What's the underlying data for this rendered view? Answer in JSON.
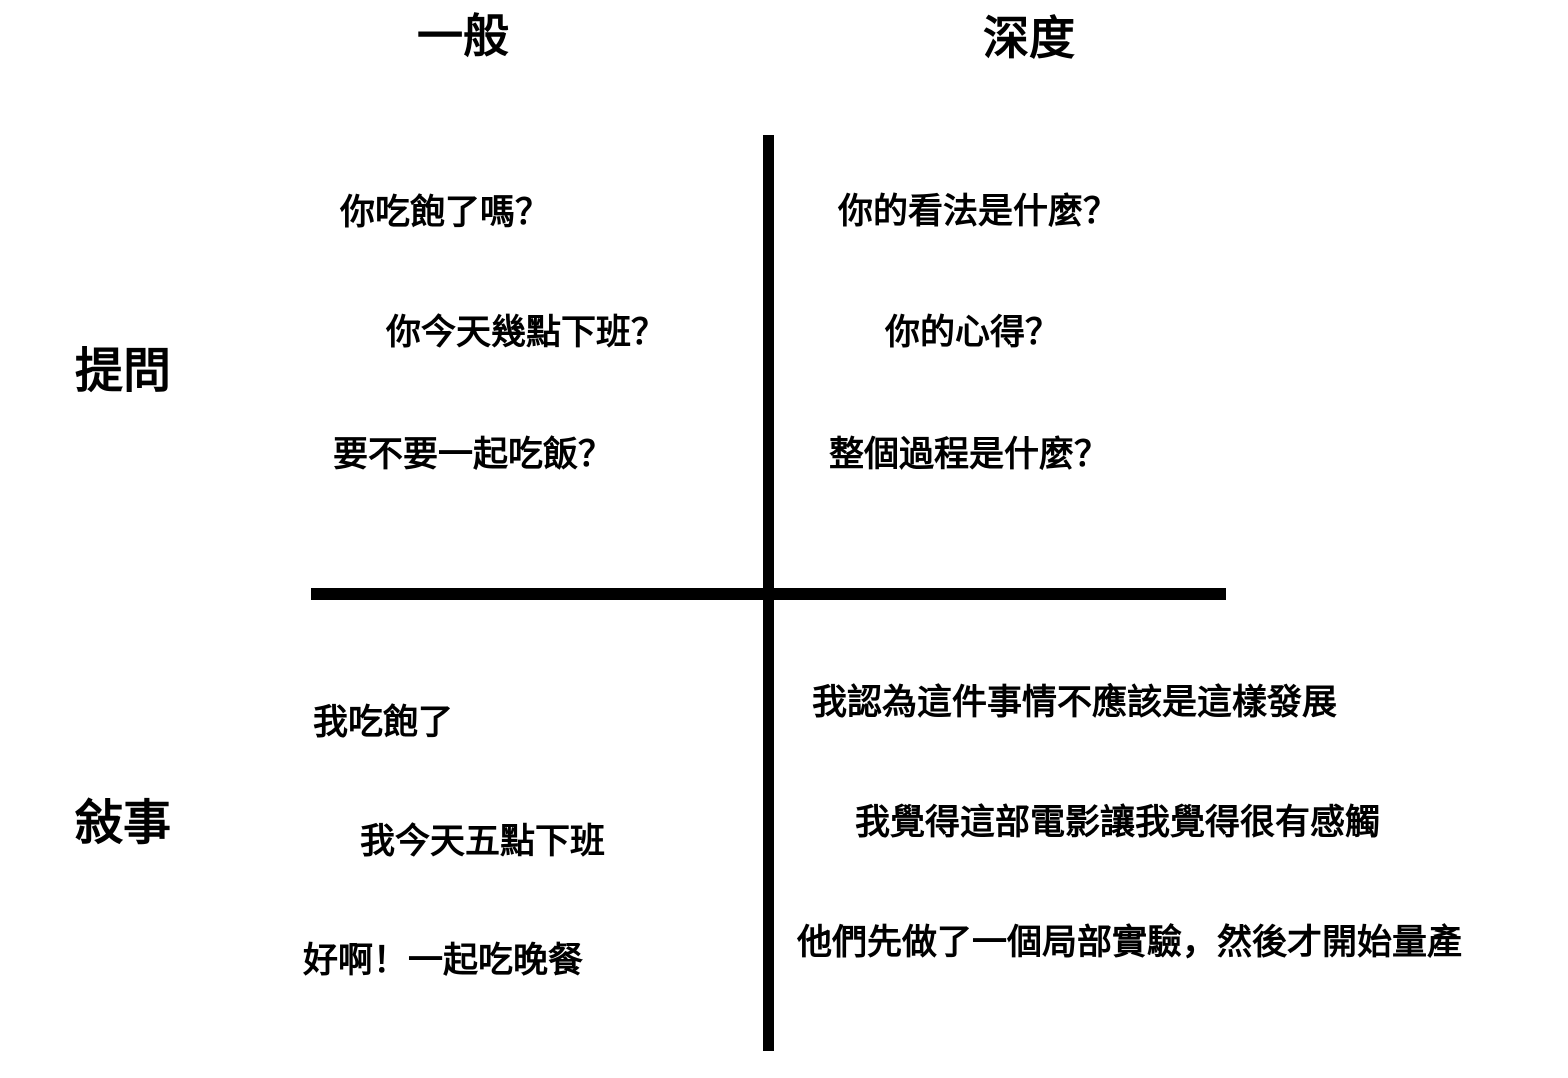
{
  "diagram": {
    "title": "",
    "column_headers": [
      {
        "label": "一般"
      },
      {
        "label": "深度"
      }
    ],
    "row_labels": [
      {
        "label": "提問"
      },
      {
        "label": "敍事"
      }
    ],
    "quadrants": {
      "top_left": {
        "column": "一般",
        "row": "提問",
        "items": [
          "你吃飽了嗎？",
          "你今天幾點下班？",
          "要不要一起吃飯？"
        ]
      },
      "top_right": {
        "column": "深度",
        "row": "提問",
        "items": [
          "你的看法是什麼？",
          "你的心得？",
          "整個過程是什麼？"
        ]
      },
      "bottom_left": {
        "column": "一般",
        "row": "敍事",
        "items": [
          "我吃飽了",
          "我今天五點下班",
          "好啊！一起吃晚餐"
        ]
      },
      "bottom_right": {
        "column": "深度",
        "row": "敍事",
        "items": [
          "我認為這件事情不應該是這樣發展",
          "我覺得這部電影讓我覺得很有感觸",
          "他們先做了一個局部實驗，然後才開始量產"
        ]
      }
    },
    "colors": {
      "background": "#ffffff",
      "text": "#000000",
      "axis_line": "#000000"
    }
  }
}
